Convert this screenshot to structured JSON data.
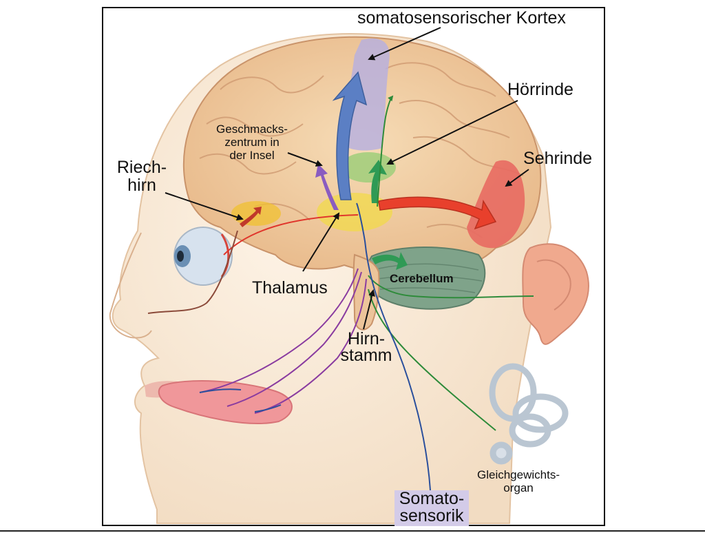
{
  "labels": {
    "somatosensory_cortex": "somatosensorischer Kortex",
    "auditory_cortex": "Hörrinde",
    "visual_cortex": "Sehrinde",
    "taste_center": [
      "Geschmacks-",
      "zentrum in",
      "der Insel"
    ],
    "olfactory_brain": [
      "Riech-",
      "hirn"
    ],
    "thalamus": "Thalamus",
    "cerebellum": "Cerebellum",
    "brainstem": [
      "Hirn-",
      "stamm"
    ],
    "vestibular_organ": [
      "Gleichgewichts-",
      "organ"
    ],
    "somatosensory": [
      "Somato-",
      "sensorik"
    ]
  },
  "colors": {
    "somatosensory_area": "#b9b0dd",
    "auditory_area": "#9fce7a",
    "visual_area": "#e86a62",
    "taste_area": "#9b6cc4",
    "thalamus_area": "#f2d94a",
    "olfactory_area": "#f0c030",
    "cerebellum": "#7fa38a",
    "arrow_blue": "#5b7fc4",
    "arrow_red": "#e8402c",
    "arrow_green": "#2f9a55",
    "arrow_purple": "#8a5cc0",
    "nerve_green": "#2e8b3a",
    "nerve_blue": "#2a4f9c",
    "nerve_purple": "#8a3ca0",
    "somatosensory_box": "#d3cbe8"
  }
}
